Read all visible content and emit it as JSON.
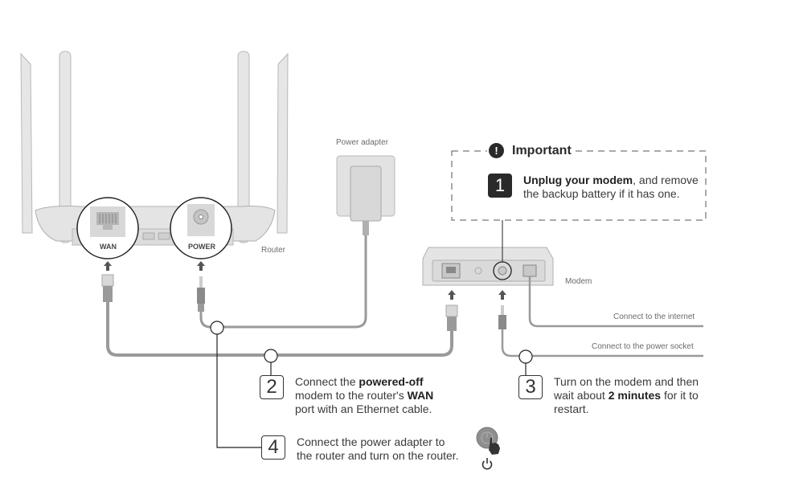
{
  "labels": {
    "router": "Router",
    "power_adapter": "Power adapter",
    "modem": "Modem",
    "wan_port": "WAN",
    "power_port": "POWER",
    "connect_internet": "Connect to the internet",
    "connect_power_socket": "Connect to the power socket"
  },
  "important": {
    "icon": "exclamation-icon",
    "title": "Important"
  },
  "steps": [
    {
      "number": "1",
      "bold_lead": "Unplug your modem",
      "text_after": ", and remove",
      "line2": "the backup battery if it has one."
    },
    {
      "number": "2",
      "l1_plain": "Connect the ",
      "l1_bold": "powered-off",
      "l2_plain": "modem to the router's ",
      "l2_bold": "WAN",
      "l3_plain": "port with an Ethernet cable."
    },
    {
      "number": "3",
      "l1_plain": "Turn on the modem and then",
      "l2_plain": "wait about ",
      "l2_bold": "2 minutes",
      "l2_after": " for it to",
      "l3_plain": "restart."
    },
    {
      "number": "4",
      "l1_plain": "Connect the power adapter to",
      "l2_plain": "the router and turn on the router."
    }
  ],
  "icons": {
    "power_button": "power-button-icon",
    "power_symbol": "power-symbol-icon",
    "hand_pointer": "hand-pointer-icon"
  },
  "colors": {
    "cable": "#9a9a9a",
    "device_fill": "#e6e6e6",
    "device_stroke": "#b8b8b8",
    "callout": "#2a2a2a"
  }
}
